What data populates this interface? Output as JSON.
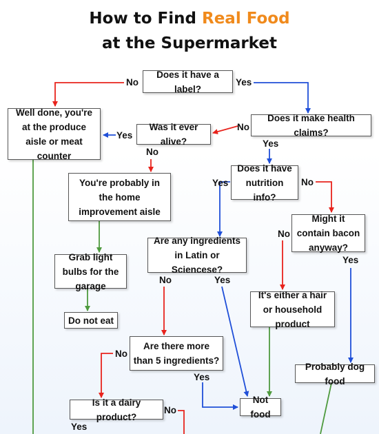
{
  "title": {
    "line1_pre": "How to Find ",
    "line1_highlight": "Real Food",
    "line2": "at the Supermarket"
  },
  "colors": {
    "no": "#e8231c",
    "yes": "#1f4fd8",
    "neutral": "#4e9a3e",
    "title_highlight": "#f08a1c"
  },
  "nodes": {
    "label": "Does it have a label?",
    "produce": "Well done, you're at the produce aisle or meat counter",
    "alive": "Was it ever alive?",
    "claims": "Does it make health claims?",
    "home": "You're probably in the home improvement aisle",
    "nutrition": "Does it have nutrition info?",
    "bacon": "Might it contain bacon anyway?",
    "bulbs": "Grab light bulbs for the garage",
    "latin": "Are any ingredients in Latin or Sciencese?",
    "donoteat": "Do not eat",
    "hair": "It's either a hair or household product",
    "five": "Are there more than 5 ingredients?",
    "dogfood": "Probably dog food",
    "notfood": "Not food",
    "dairy": "Is it a dairy product?"
  },
  "edge_labels": {
    "label_no": "No",
    "label_yes": "Yes",
    "claims_no": "No",
    "alive_yes": "Yes",
    "claims_yes": "Yes",
    "alive_no": "No",
    "nutrition_yes": "Yes",
    "nutrition_no": "No",
    "bacon_no": "No",
    "bacon_yes": "Yes",
    "latin_no": "No",
    "latin_yes": "Yes",
    "five_no": "No",
    "five_yes": "Yes",
    "dairy_no": "No",
    "dairy_yes": "Yes"
  }
}
